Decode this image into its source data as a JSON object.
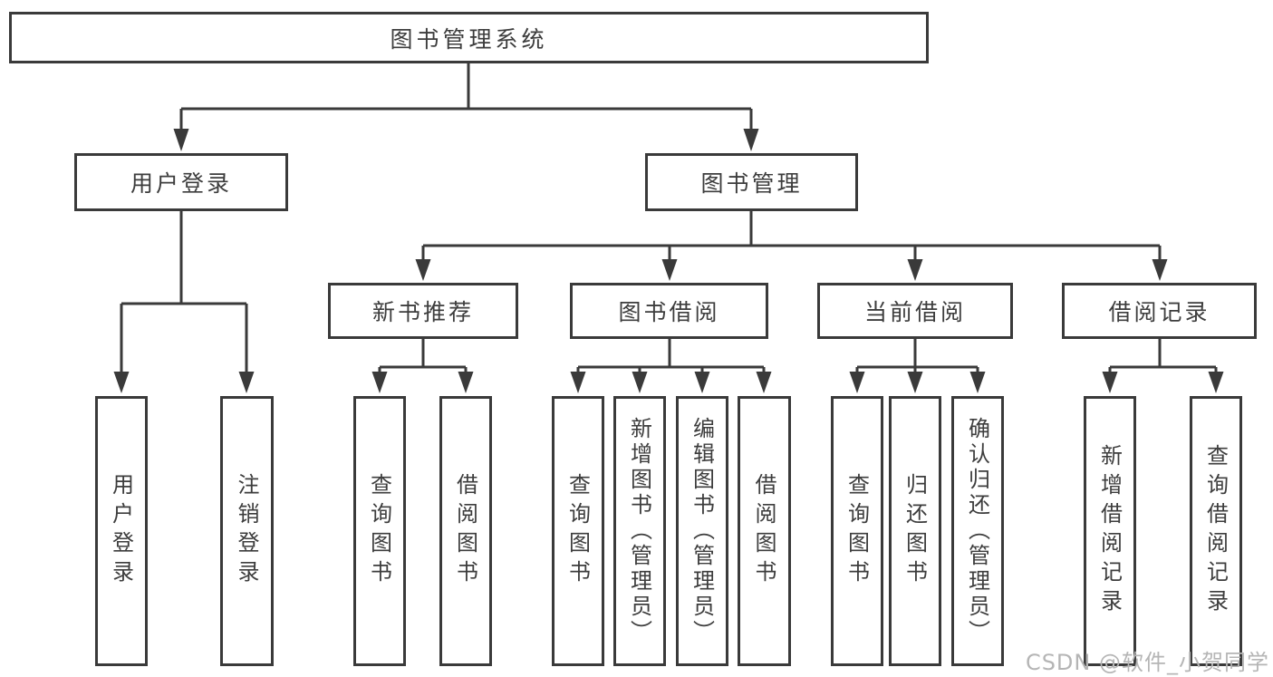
{
  "diagram": {
    "root": "图书管理系统",
    "branches": {
      "user_login": "用户登录",
      "book_mgmt": "图书管理"
    },
    "modules": {
      "new_book": "新书推荐",
      "borrow": "图书借阅",
      "current": "当前借阅",
      "records": "借阅记录"
    },
    "leaves": {
      "user_login_1": "用户登录",
      "user_login_2": "注销登录",
      "new_book_1": "查询图书",
      "new_book_2": "借阅图书",
      "borrow_1": "查询图书",
      "borrow_2": "新增图书（管理员）",
      "borrow_3": "编辑图书（管理员）",
      "borrow_4": "借阅图书",
      "current_1": "查询图书",
      "current_2": "归还图书",
      "current_3": "确认归还（管理员）",
      "records_1": "新增借阅记录",
      "records_2": "查询借阅记录"
    },
    "watermark": "CSDN @软件_小贺同学",
    "colors": {
      "line": "#3a3a3a",
      "text": "#3d3d3d",
      "watermark": "#b5b5b5",
      "background": "#ffffff"
    }
  }
}
